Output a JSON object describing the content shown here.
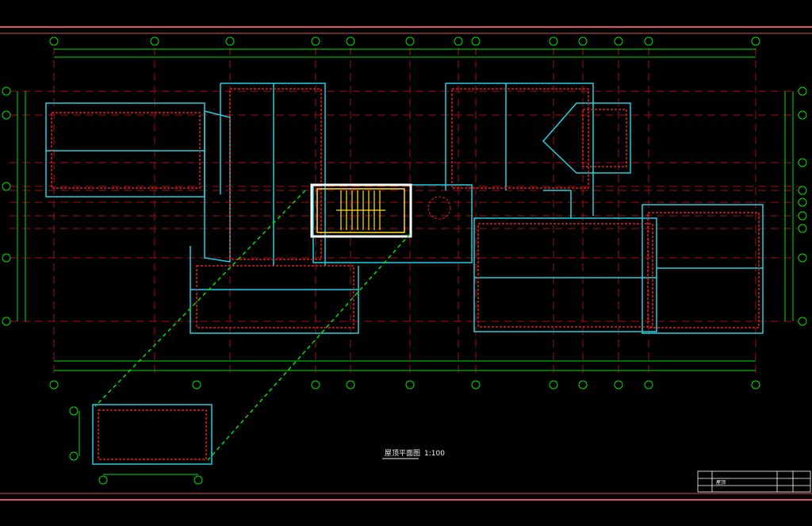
{
  "drawing": {
    "title": "屋顶平面图",
    "scale": "1:100",
    "title_block_text": "屋顶"
  },
  "colors": {
    "background": "#000000",
    "frame_red": "#e05060",
    "grid_green": "#00e000",
    "wall_cyan": "#20d0e0",
    "roof_red": "#e02020",
    "stair_yellow": "#ffe020",
    "axis_red": "#a01010"
  },
  "icons": {
    "watermark": "watermark-logo"
  }
}
